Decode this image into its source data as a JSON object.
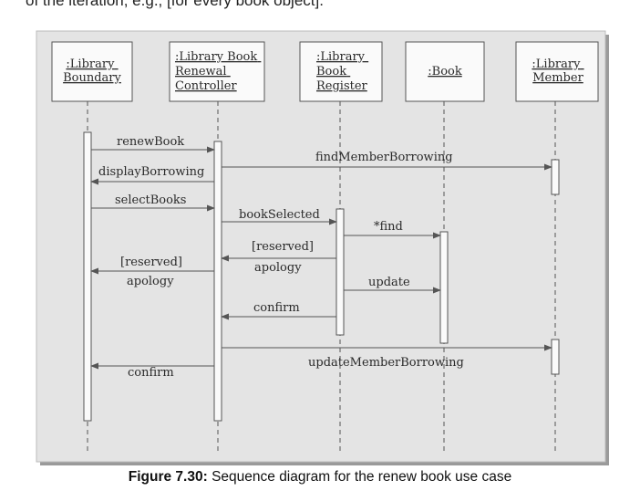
{
  "top_text": "of the iteration, e.g., [for every book object].",
  "lifelines": [
    {
      "id": "boundary",
      "lines": [
        ":Library",
        "Boundary"
      ]
    },
    {
      "id": "controller",
      "lines": [
        ":Library Book",
        "Renewal",
        "Controller"
      ]
    },
    {
      "id": "register",
      "lines": [
        ":Library",
        "Book",
        "Register"
      ]
    },
    {
      "id": "book",
      "lines": [
        ":Book"
      ]
    },
    {
      "id": "member",
      "lines": [
        ":Library",
        "Member"
      ]
    }
  ],
  "messages": [
    {
      "id": "renew-book",
      "text": "renewBook"
    },
    {
      "id": "find-member-borrowing",
      "text": "findMemberBorrowing"
    },
    {
      "id": "display-borrowing",
      "text": "displayBorrowing"
    },
    {
      "id": "select-books",
      "text": "selectBooks"
    },
    {
      "id": "book-selected",
      "text": "bookSelected"
    },
    {
      "id": "find",
      "text": "*find"
    },
    {
      "id": "reserved-apology-register",
      "lines": [
        "[reserved]",
        "apology"
      ]
    },
    {
      "id": "reserved-apology-boundary",
      "lines": [
        "[reserved]",
        "apology"
      ]
    },
    {
      "id": "update",
      "text": "update"
    },
    {
      "id": "confirm-register",
      "text": "confirm"
    },
    {
      "id": "update-member-borrowing",
      "text": "updateMemberBorrowing"
    },
    {
      "id": "confirm-boundary",
      "text": "confirm"
    }
  ],
  "caption": {
    "label": "Figure 7.30:",
    "text": " Sequence diagram for the renew book use case"
  },
  "colors": {
    "panel": "#e4e4e4",
    "box": "#fafafa",
    "line": "#555555",
    "shadow": "#9a9a9a"
  }
}
